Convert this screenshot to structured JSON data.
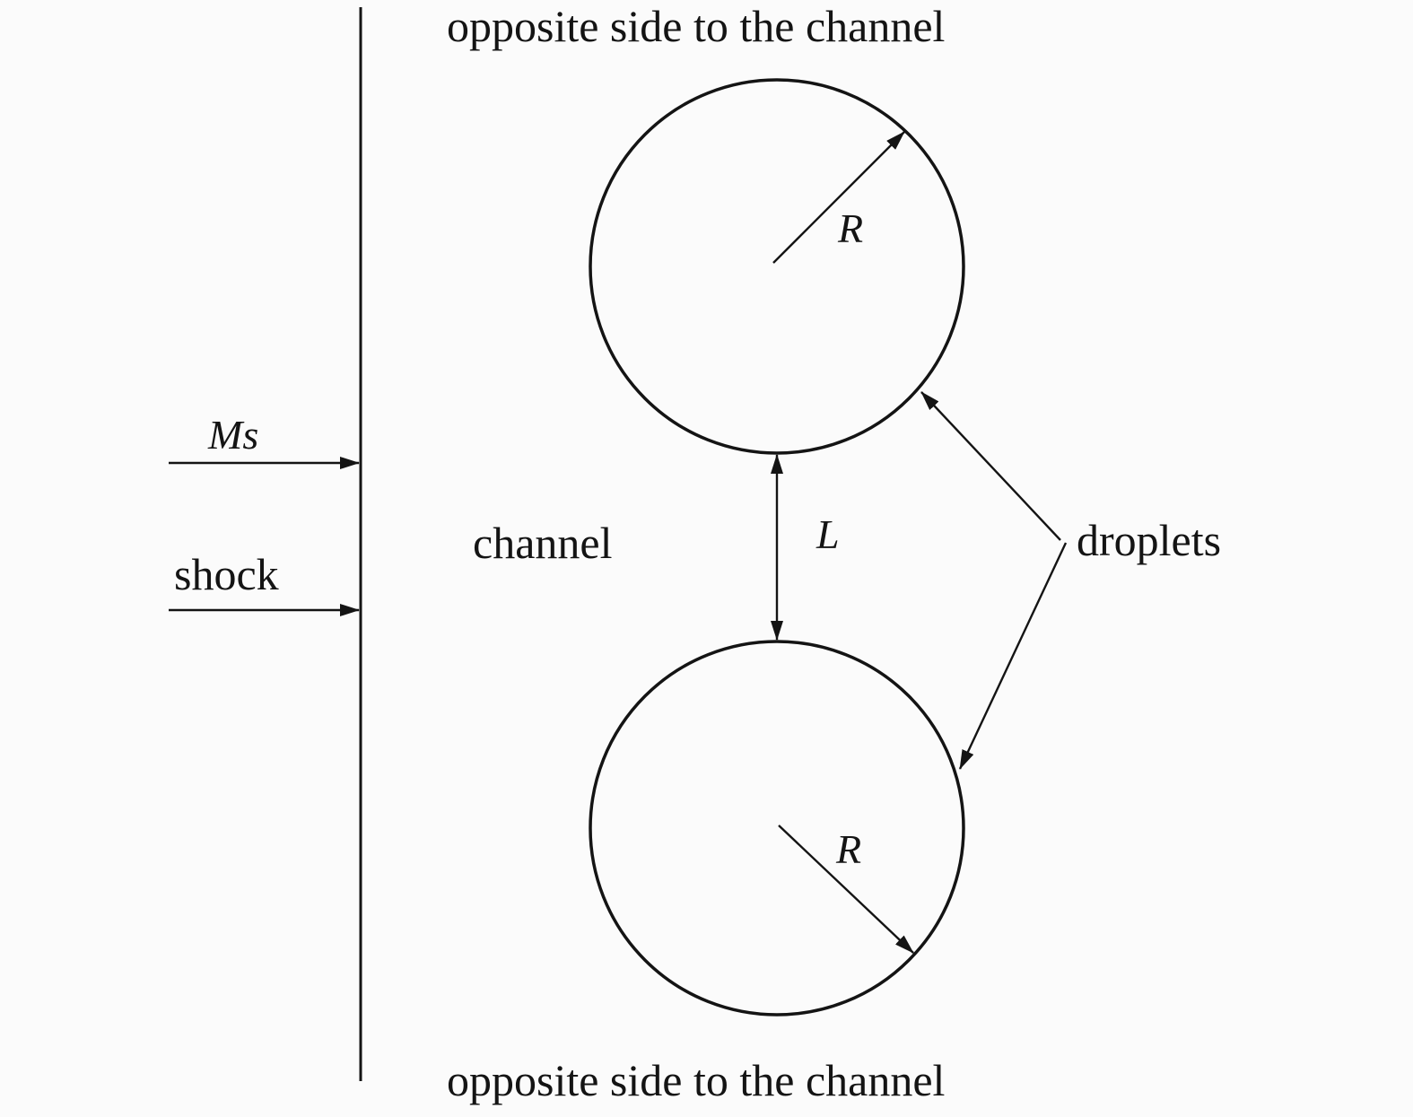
{
  "labels": {
    "top_region": "opposite side to the channel",
    "bottom_region": "opposite side to the channel",
    "channel": "channel",
    "droplets": "droplets",
    "shock_label": "shock",
    "mach_symbol": "Ms",
    "radius_top_symbol": "R",
    "radius_bottom_symbol": "R",
    "distance_symbol": "L"
  },
  "colors": {
    "background": "#fbfbfb",
    "ink": "#141414"
  }
}
